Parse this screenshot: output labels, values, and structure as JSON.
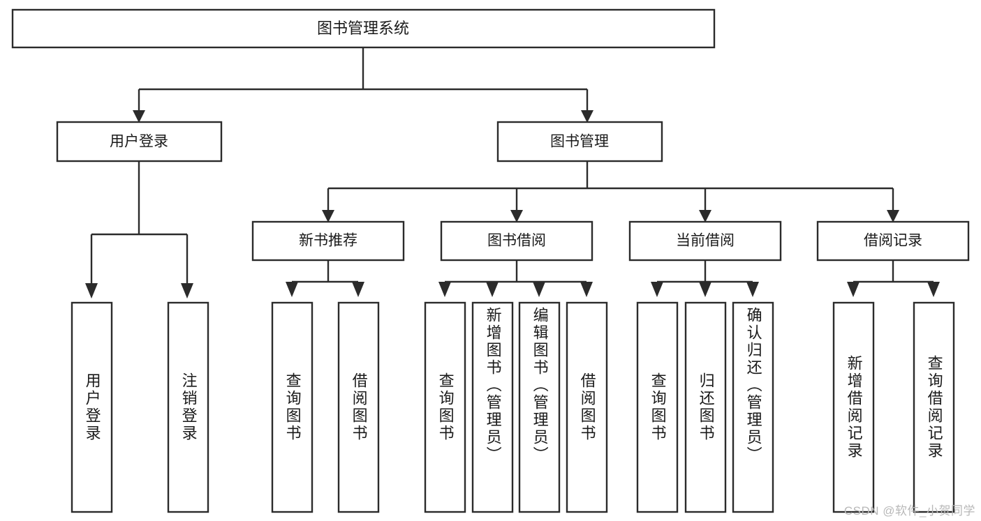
{
  "diagram": {
    "title": "图书管理系统",
    "type": "tree-hierarchy-diagram",
    "background_color": "#ffffff",
    "stroke_color": "#2b2b2b",
    "text_color": "#1a1a1a",
    "root": {
      "label": "图书管理系统"
    },
    "level2": [
      {
        "label": "用户登录"
      },
      {
        "label": "图书管理"
      }
    ],
    "level3": [
      {
        "label": "新书推荐"
      },
      {
        "label": "图书借阅"
      },
      {
        "label": "当前借阅"
      },
      {
        "label": "借阅记录"
      }
    ],
    "leaves": {
      "user_login": [
        {
          "label": "用户登录"
        },
        {
          "label": "注销登录"
        }
      ],
      "new_book_recommend": [
        {
          "label": "查询图书"
        },
        {
          "label": "借阅图书"
        }
      ],
      "book_borrow": [
        {
          "label": "查询图书"
        },
        {
          "label": "新增图书（管理员）"
        },
        {
          "label": "编辑图书（管理员）"
        },
        {
          "label": "借阅图书"
        }
      ],
      "current_borrow": [
        {
          "label": "查询图书"
        },
        {
          "label": "归还图书"
        },
        {
          "label": "确认归还（管理员）"
        }
      ],
      "borrow_record": [
        {
          "label": "新增借阅记录"
        },
        {
          "label": "查询借阅记录"
        }
      ]
    }
  },
  "watermark": {
    "text": "CSDN @软件_小贺同学"
  }
}
